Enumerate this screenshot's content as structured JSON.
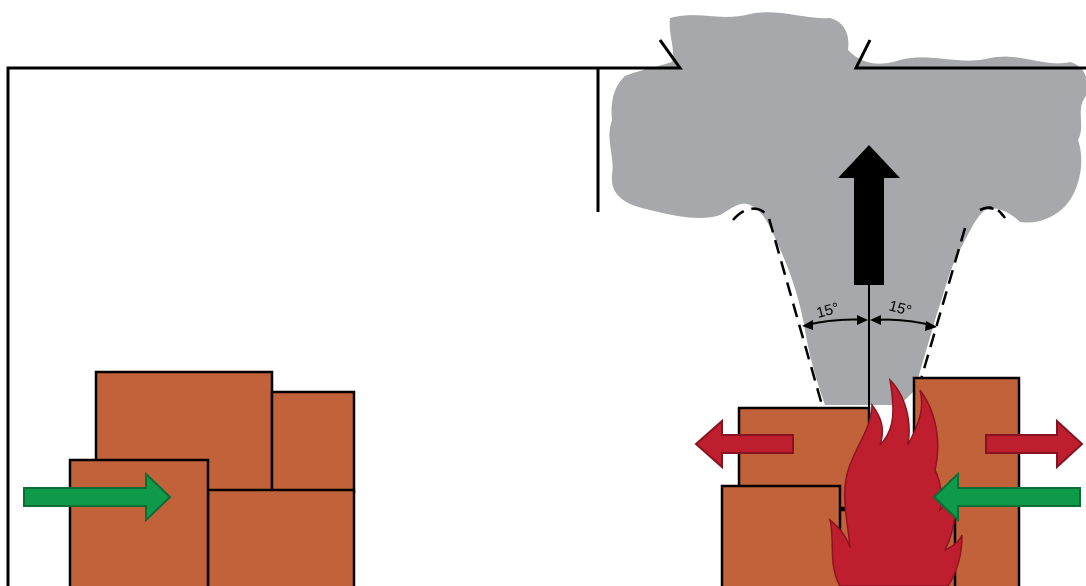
{
  "diagram": {
    "angle_left": "15°",
    "angle_right": "15°"
  },
  "colors": {
    "smoke": "#a7a8ab",
    "box": "#c2623a",
    "flame": "#bf1e2e",
    "flame_edge": "#8e1420",
    "inflow_arrow": "#0f9a4a",
    "inflow_edge": "#0b6e34",
    "outflow_arrow": "#be1e2d",
    "outflow_edge": "#861420",
    "structure": "#000000"
  },
  "icons": {
    "inflow": "arrow-right",
    "outflow": "arrow-left-right",
    "updraft": "arrow-up",
    "fire": "flame"
  }
}
